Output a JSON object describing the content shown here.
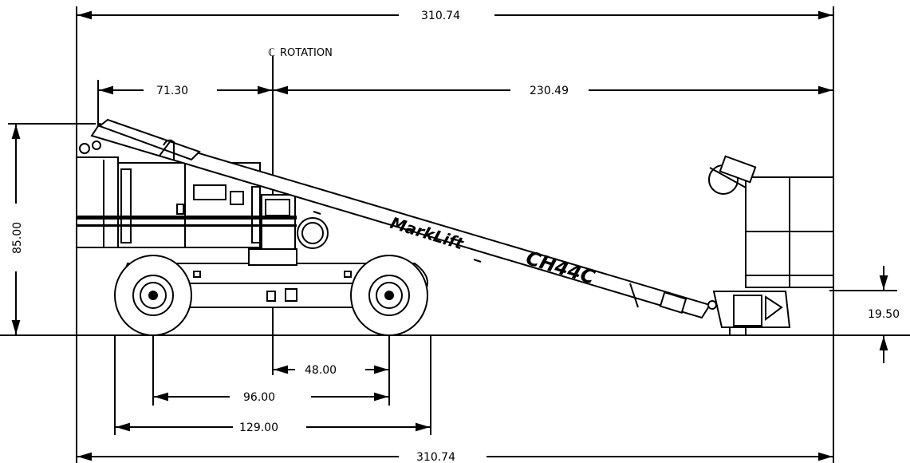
{
  "centerline_label": "ROTATION",
  "centerline_symbol": "ℂ",
  "logo_text": "MarkLift",
  "model_label": "CH44C",
  "dimensions": {
    "overall_top": "310.74",
    "overall_bottom": "310.74",
    "rear_to_rotation": "71.30",
    "rotation_to_platform": "230.49",
    "height": "85.00",
    "platform_height": "19.50",
    "rotation_to_axle": "48.00",
    "wheelbase": "96.00",
    "tire_span": "129.00"
  }
}
